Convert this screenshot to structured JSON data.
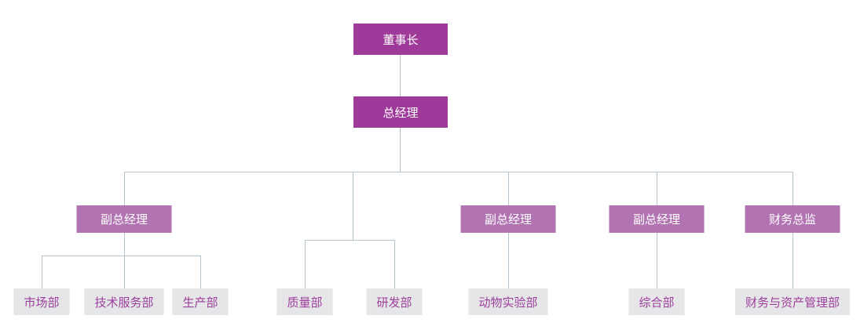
{
  "org_chart": {
    "root": {
      "label": "董事长"
    },
    "level2": {
      "label": "总经理"
    },
    "level3": [
      {
        "label": "副总经理"
      },
      {
        "label": "副总经理"
      },
      {
        "label": "副总经理"
      },
      {
        "label": "财务总监"
      }
    ],
    "level4": [
      {
        "label": "市场部"
      },
      {
        "label": "技术服务部"
      },
      {
        "label": "生产部"
      },
      {
        "label": "质量部"
      },
      {
        "label": "研发部"
      },
      {
        "label": "动物实验部"
      },
      {
        "label": "综合部"
      },
      {
        "label": "财务与资产管理部"
      }
    ]
  },
  "colors": {
    "node_primary": "#9E3A99",
    "node_secondary": "#B173B1",
    "node_department_bg": "#E6E6E8",
    "node_department_text": "#9C3E9C",
    "connector_line": "#B5C3CC",
    "background": "#FFFFFF"
  }
}
